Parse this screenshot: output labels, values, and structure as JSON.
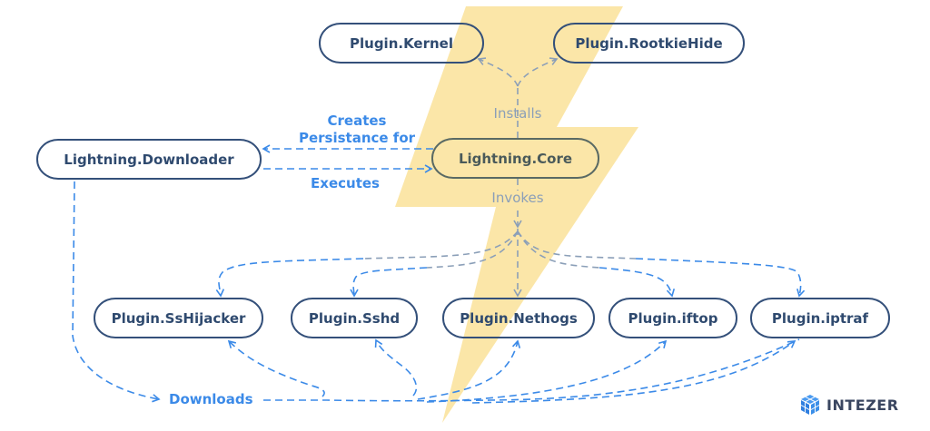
{
  "colors": {
    "bolt": "#fbe6a8",
    "node_text": "#2f4a6f",
    "node_border": "#34507a",
    "arrow_blue": "#3b8ae8",
    "arrow_grey": "#8b9fb8",
    "logo": "#3a8ee8"
  },
  "nodes": {
    "kernel": "Plugin.Kernel",
    "rootkiehide": "Plugin.RootkieHide",
    "downloader": "Lightning.Downloader",
    "core": "Lightning.Core",
    "sshijacker": "Plugin.SsHijacker",
    "sshd": "Plugin.Sshd",
    "nethogs": "Plugin.Nethogs",
    "iftop": "Plugin.iftop",
    "iptraf": "Plugin.iptraf"
  },
  "edge_labels": {
    "creates_line1": "Creates",
    "creates_line2": "Persistance for",
    "executes": "Executes",
    "installs": "Installs",
    "invokes": "Invokes",
    "downloads": "Downloads"
  },
  "logo": {
    "text": "INTEZER",
    "icon": "cube-grid-icon"
  }
}
